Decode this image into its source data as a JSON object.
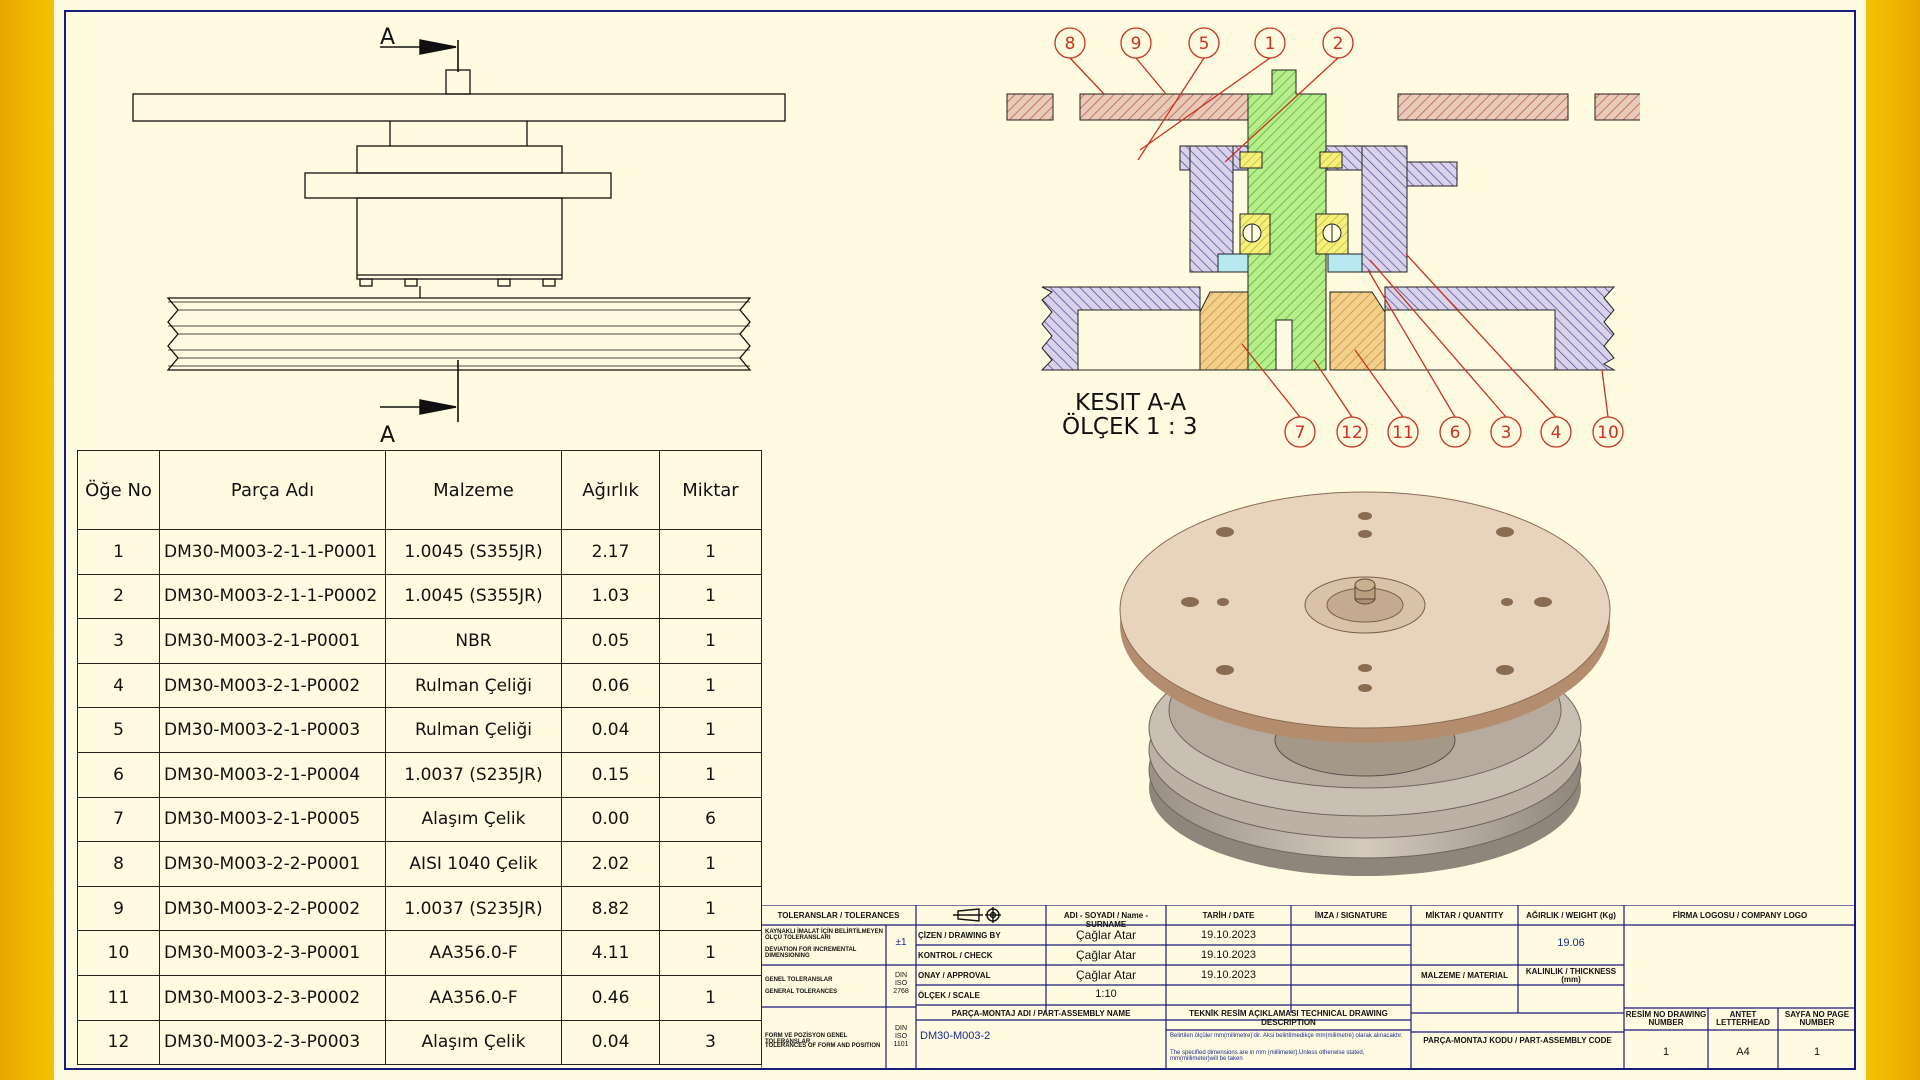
{
  "section_marker": "A",
  "section_label": "KESIT A-A",
  "scale_label": "ÖLÇEK 1 : 3",
  "balloons_top": [
    "8",
    "9",
    "5",
    "1",
    "2"
  ],
  "balloons_bottom": [
    "7",
    "12",
    "11",
    "6",
    "3",
    "4",
    "10"
  ],
  "bom": {
    "headers": [
      "Öğe No",
      "Parça Adı",
      "Malzeme",
      "Ağırlık",
      "Miktar"
    ],
    "rows": [
      [
        "1",
        "DM30-M003-2-1-1-P0001",
        "1.0045 (S355JR)",
        "2.17",
        "1"
      ],
      [
        "2",
        "DM30-M003-2-1-1-P0002",
        "1.0045 (S355JR)",
        "1.03",
        "1"
      ],
      [
        "3",
        "DM30-M003-2-1-P0001",
        "NBR",
        "0.05",
        "1"
      ],
      [
        "4",
        "DM30-M003-2-1-P0002",
        "Rulman Çeliği",
        "0.06",
        "1"
      ],
      [
        "5",
        "DM30-M003-2-1-P0003",
        "Rulman Çeliği",
        "0.04",
        "1"
      ],
      [
        "6",
        "DM30-M003-2-1-P0004",
        "1.0037 (S235JR)",
        "0.15",
        "1"
      ],
      [
        "7",
        "DM30-M003-2-1-P0005",
        "Alaşım Çelik",
        "0.00",
        "6"
      ],
      [
        "8",
        "DM30-M003-2-2-P0001",
        "AISI 1040 Çelik",
        "2.02",
        "1"
      ],
      [
        "9",
        "DM30-M003-2-2-P0002",
        "1.0037 (S235JR)",
        "8.82",
        "1"
      ],
      [
        "10",
        "DM30-M003-2-3-P0001",
        "AA356.0-F",
        "4.11",
        "1"
      ],
      [
        "11",
        "DM30-M003-2-3-P0002",
        "AA356.0-F",
        "0.46",
        "1"
      ],
      [
        "12",
        "DM30-M003-2-3-P0003",
        "Alaşım Çelik",
        "0.04",
        "3"
      ]
    ]
  },
  "title_block": {
    "tolerances": "TOLERANSLAR / TOLERANCES",
    "welded_tol": "KAYNAKLI İMALAT İÇİN BELİRTİLMEYEN ÖLÇÜ TOLERANSLARI",
    "deviation": "DEVIATION FOR INCREMENTAL DIMENSIONING",
    "pm1": "±1",
    "general_tol_tr": "GENEL TOLERANSLAR",
    "general_tol_en": "GENERAL TOLERANCES",
    "din2768": "DIN ISO 2768",
    "form_tol_tr": "FORM VE POZİSYON GENEL TOLERANSLAR",
    "form_tol_en": "TOLERANCES OF FORM AND POSITION",
    "din1101": "DIN ISO 1101",
    "name_header": "ADI - SOYADI / Name - SURNAME",
    "date_header": "TARİH / DATE",
    "signature_header": "İMZA / SIGNATURE",
    "drawing_by": "ÇİZEN / DRAWING BY",
    "check": "KONTROL / CHECK",
    "approval": "ONAY / APPROVAL",
    "scale": "ÖLÇEK / SCALE",
    "person1": "Çağlar Atar",
    "person2": "Çağlar Atar",
    "person3": "Çağlar Atar",
    "date1": "19.10.2023",
    "date2": "19.10.2023",
    "date3": "19.10.2023",
    "scale_value": "1:10",
    "assembly_name_label": "PARÇA-MONTAJ ADI / PART-ASSEMBLY NAME",
    "assembly_name": "DM30-M003-2",
    "tech_desc_label": "TEKNİK RESİM AÇIKLAMASI TECHNICAL DRAWING DESCRIPTION",
    "tech_desc_tr": "Belirtilen ölçüler mm(milimetre)'dir. Aksi belirtilmedikçe mm(milimetre) olarak alınacaktır.",
    "tech_desc_en": "The specified dimensions are in mm (millimeter).Unless otherwise stated, mm(millimeter)will be taken",
    "quantity_label": "MİKTAR / QUANTITY",
    "weight_label": "AĞIRLIK / WEIGHT (Kg)",
    "weight_value": "19.06",
    "material_label": "MALZEME / MATERIAL",
    "thickness_label": "KALINLIK / THICKNESS (mm)",
    "assembly_code_label": "PARÇA-MONTAJ KODU / PART-ASSEMBLY CODE",
    "company_logo_label": "FİRMA LOGOSU / COMPANY LOGO",
    "drawing_number_label": "RESİM NO DRAWING NUMBER",
    "letterhead_label": "ANTET LETTERHEAD",
    "page_number_label": "SAYFA NO PAGE NUMBER",
    "drawing_number": "1",
    "letterhead": "A4",
    "page_number": "1"
  },
  "colors": {
    "border": "#1a1a7a",
    "paper": "#fffbe0",
    "frame": "#f0b400",
    "balloon": "#c8321e"
  }
}
